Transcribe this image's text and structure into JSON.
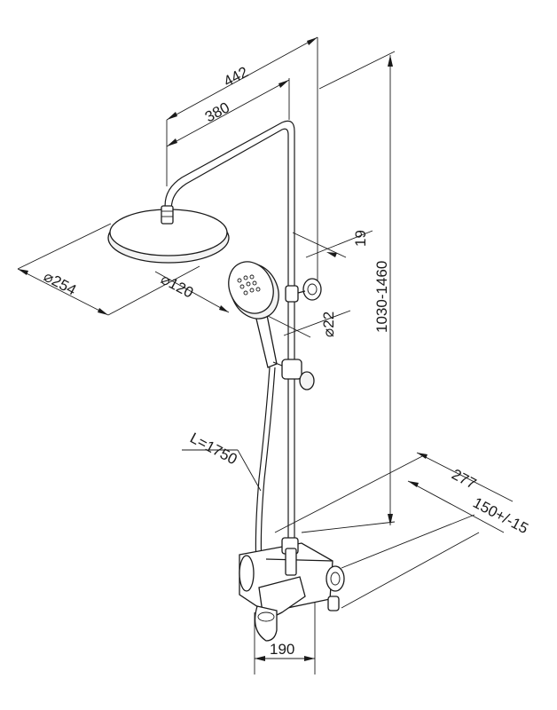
{
  "dimensions": {
    "width_total": "442",
    "arm_reach": "380",
    "head_diameter": "⌀254",
    "hand_shower_diameter": "⌀120",
    "rail_offset": "19",
    "rail_diameter": "⌀22",
    "height_range": "1030-1460",
    "hose_length": "L=1750",
    "wall_depth": "277",
    "inlet_spacing": "150+/-15",
    "spout_length": "190"
  }
}
